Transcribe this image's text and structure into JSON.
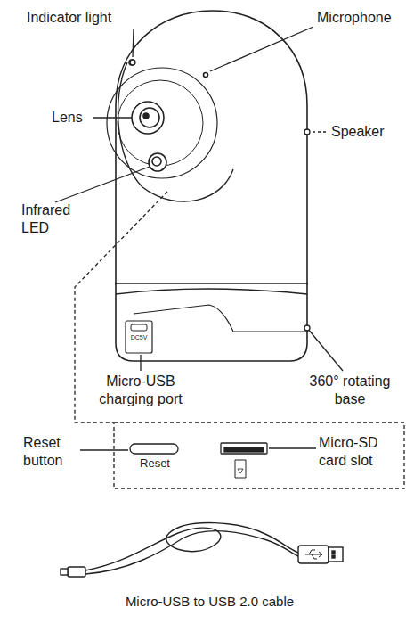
{
  "diagram": {
    "caption": "Micro-USB to USB 2.0 cable",
    "labels": [
      "Indicator light",
      "Microphone",
      "Lens",
      "Speaker",
      "Infrared LED",
      "DC5V",
      "Micro-USB charging port",
      "360° rotating base",
      "Reset button",
      "Reset",
      "Micro-SD card slot"
    ]
  }
}
